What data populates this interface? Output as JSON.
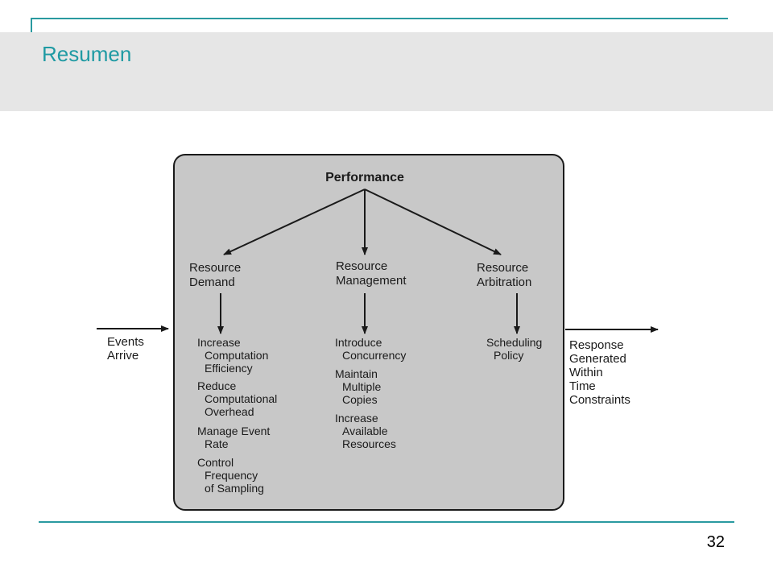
{
  "slide": {
    "title": "Resumen",
    "page_number": "32"
  },
  "diagram": {
    "center": "Performance",
    "input": [
      "Events",
      "Arrive"
    ],
    "output": [
      "Response",
      "Generated",
      "Within",
      "Time",
      "Constraints"
    ],
    "branches": [
      {
        "title": [
          "Resource",
          "Demand"
        ],
        "items": [
          [
            "Increase",
            "Computation",
            "Efficiency"
          ],
          [
            "Reduce",
            "Computational",
            "Overhead"
          ],
          [
            "Manage Event",
            "Rate"
          ],
          [
            "Control",
            "Frequency",
            "of Sampling"
          ]
        ]
      },
      {
        "title": [
          "Resource",
          "Management"
        ],
        "items": [
          [
            "Introduce",
            "Concurrency"
          ],
          [
            "Maintain",
            "Multiple",
            "Copies"
          ],
          [
            "Increase",
            "Available",
            "Resources"
          ]
        ]
      },
      {
        "title": [
          "Resource",
          "Arbitration"
        ],
        "items": [
          [
            "Scheduling",
            "Policy"
          ]
        ]
      }
    ],
    "colors": {
      "box": "#c8c8c8",
      "stroke": "#1a1a1a",
      "accent": "#1f9aa3"
    }
  }
}
